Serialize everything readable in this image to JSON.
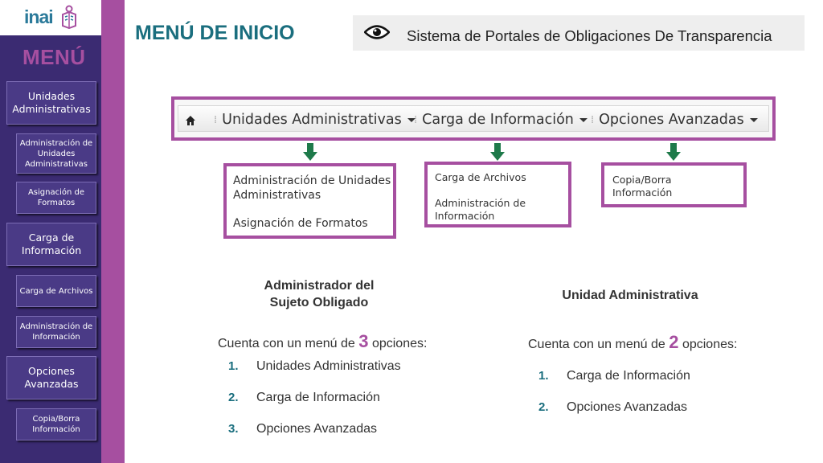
{
  "logo": {
    "text": "inai"
  },
  "sidebar": {
    "menu_title": "MENÚ",
    "items": [
      {
        "label": "Unidades Administrativas"
      },
      {
        "label": "Administración de Unidades Administrativas"
      },
      {
        "label": "Asignación de Formatos"
      },
      {
        "label": "Carga de Información"
      },
      {
        "label": "Carga de Archivos"
      },
      {
        "label": "Administración de Información"
      },
      {
        "label": "Opciones Avanzadas"
      },
      {
        "label": "Copia/Borra Información"
      }
    ]
  },
  "header": {
    "title": "MENÚ DE INICIO",
    "system_label": "Sistema de Portales de Obligaciones De Transparencia"
  },
  "navbar": {
    "items": [
      {
        "label": "Unidades Administrativas"
      },
      {
        "label": "Carga de Información"
      },
      {
        "label": "Opciones Avanzadas"
      }
    ]
  },
  "dropdowns": {
    "unidades": [
      "Administración de Unidades",
      "Administrativas",
      "Asignación de Formatos"
    ],
    "carga": [
      "Carga de Archivos",
      "Administración de",
      "Información"
    ],
    "opciones": [
      "Copia/Borra",
      "Información"
    ]
  },
  "columns": {
    "left": {
      "heading_line1": "Administrador del",
      "heading_line2": "Sujeto Obligado",
      "count_prefix": "Cuenta con un menú de",
      "count": "3",
      "count_suffix": "opciones:",
      "items": [
        {
          "num": "1.",
          "label": "Unidades Administrativas"
        },
        {
          "num": "2.",
          "label": "Carga de Información"
        },
        {
          "num": "3.",
          "label": "Opciones Avanzadas"
        }
      ]
    },
    "right": {
      "heading": "Unidad Administrativa",
      "count_prefix": "Cuenta con un menú de",
      "count": "2",
      "count_suffix": "opciones:",
      "items": [
        {
          "num": "1.",
          "label": "Carga de Información"
        },
        {
          "num": "2.",
          "label": "Opciones Avanzadas"
        }
      ]
    }
  },
  "colors": {
    "purple": "#a64fa0",
    "navy": "#3b2b72",
    "teal": "#1a6e7e",
    "arrow_green": "#1e7a4a"
  }
}
